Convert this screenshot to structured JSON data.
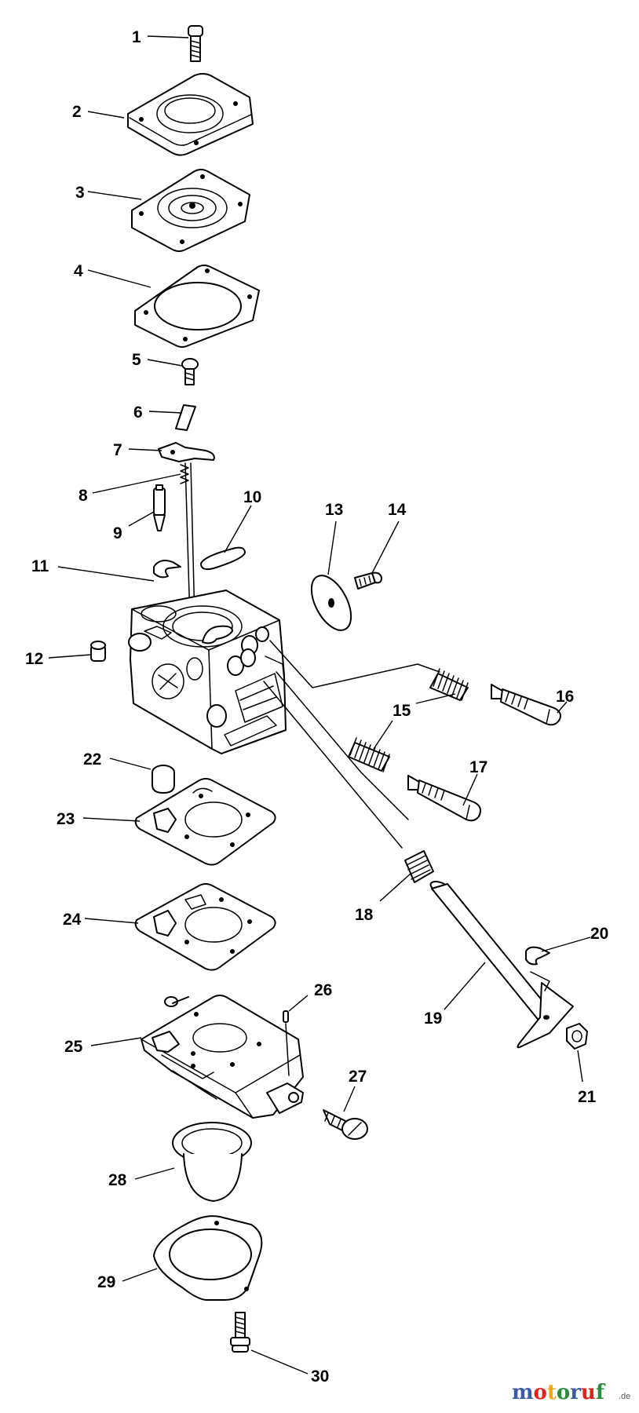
{
  "callouts": [
    "1",
    "2",
    "3",
    "4",
    "5",
    "6",
    "7",
    "8",
    "9",
    "10",
    "11",
    "12",
    "13",
    "14",
    "15",
    "16",
    "17",
    "18",
    "19",
    "20",
    "21",
    "22",
    "23",
    "24",
    "25",
    "26",
    "27",
    "28",
    "29",
    "30"
  ],
  "watermark": {
    "letters": [
      "m",
      "o",
      "t",
      "o",
      "r",
      "u",
      "f"
    ],
    "letter_colors": [
      "#3b5ba9",
      "#e2231a",
      "#f3a712",
      "#2c8c3c",
      "#3b5ba9",
      "#e2231a",
      "#2c8c3c"
    ],
    "suffix": ".de"
  }
}
